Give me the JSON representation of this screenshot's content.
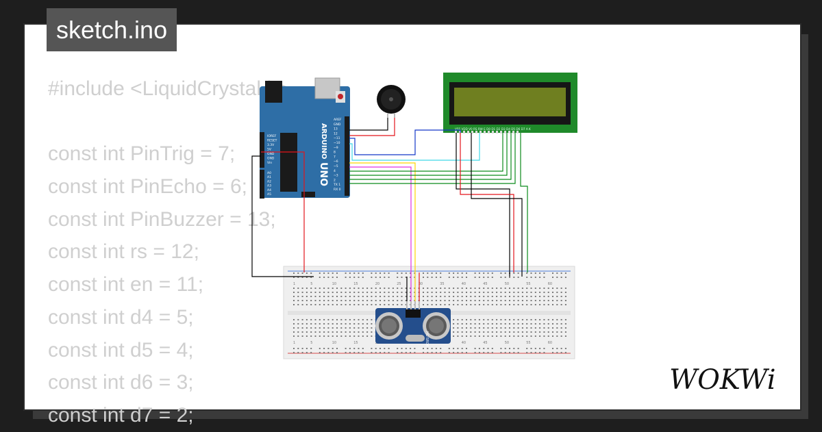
{
  "tab": {
    "filename": "sketch.ino"
  },
  "code_lines": [
    "#include <LiquidCrystal.h>",
    "",
    "const int PinTrig = 7;",
    "const int PinEcho = 6;",
    "const int PinBuzzer = 13;",
    "const int rs = 12;",
    "const int en = 11;",
    "const int d4 = 5;",
    "const int d5 = 4;",
    "const int d6 = 3;",
    "const int d7 = 2;"
  ],
  "arduino": {
    "brand": "ARDUINO",
    "model": "UNO",
    "power_pins": [
      "IOREF",
      "RESET",
      "3.3V",
      "5V",
      "GND",
      "GND",
      "Vin"
    ],
    "analog_pins": [
      "A0",
      "A1",
      "A2",
      "A3",
      "A4",
      "A5"
    ],
    "digital_pins": [
      "AREF",
      "GND",
      "13",
      "12",
      "~11",
      "~10",
      "~9",
      "8",
      "7",
      "~6",
      "~5",
      "4",
      "~3",
      "2",
      "TX 1",
      "RX 0"
    ]
  },
  "lcd": {
    "pin_labels": "VSS VDD V0 RS RW E D0 D1 D2 D3 D4 D5 D6 D7 A K"
  },
  "breadboard": {
    "column_labels": [
      "1",
      "5",
      "10",
      "15",
      "20",
      "25",
      "30",
      "35",
      "40",
      "45",
      "50",
      "55",
      "60"
    ]
  },
  "sensor": {
    "model": "HC-SR04"
  },
  "brand": {
    "logo_text": "WOKWi"
  },
  "colors": {
    "background": "#1e1e1e",
    "card": "#ffffff",
    "tab": "#555555",
    "code_text": "#cfcfcf",
    "arduino_board": "#2e6ea6",
    "lcd_board": "#1f8a2a",
    "lcd_screen": "#6f7f20",
    "wire_red": "#e3151b",
    "wire_black": "#000000",
    "wire_green": "#0a8a1a",
    "wire_blue": "#1336c8",
    "wire_cyan": "#3fd8e8",
    "wire_yellow": "#ffd400",
    "wire_magenta": "#e030e0"
  }
}
